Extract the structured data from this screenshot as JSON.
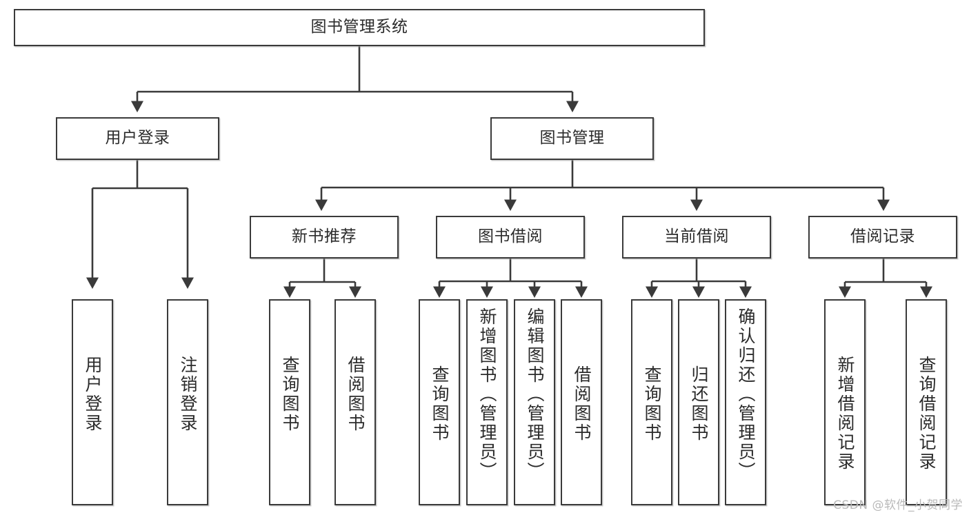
{
  "diagram": {
    "type": "tree-hierarchy",
    "title": "图书管理系统",
    "watermark": "CSDN @软件_小贺同学",
    "colors": {
      "stroke": "#3a3a3a",
      "fill": "#ffffff",
      "text": "#2b2b2b",
      "watermark": "#b9b9b9"
    },
    "nodes": {
      "root": {
        "label": "图书管理系统",
        "level": 0,
        "orientation": "horizontal"
      },
      "l1": [
        {
          "id": "user-login",
          "label": "用户登录",
          "orientation": "horizontal"
        },
        {
          "id": "book-manage",
          "label": "图书管理",
          "orientation": "horizontal"
        }
      ],
      "l2": [
        {
          "id": "new-book-recommend",
          "label": "新书推荐",
          "orientation": "horizontal",
          "parent": "book-manage"
        },
        {
          "id": "book-borrow",
          "label": "图书借阅",
          "orientation": "horizontal",
          "parent": "book-manage"
        },
        {
          "id": "current-borrow",
          "label": "当前借阅",
          "orientation": "horizontal",
          "parent": "book-manage"
        },
        {
          "id": "borrow-record",
          "label": "借阅记录",
          "orientation": "horizontal",
          "parent": "book-manage"
        }
      ],
      "leaves": [
        {
          "id": "leaf-user-login",
          "label": "用户登录",
          "parent": "user-login",
          "orientation": "vertical"
        },
        {
          "id": "leaf-logout-login",
          "label": "注销登录",
          "parent": "user-login",
          "orientation": "vertical"
        },
        {
          "id": "leaf-query-book-1",
          "label": "查询图书",
          "parent": "new-book-recommend",
          "orientation": "vertical"
        },
        {
          "id": "leaf-borrow-book-1",
          "label": "借阅图书",
          "parent": "new-book-recommend",
          "orientation": "vertical"
        },
        {
          "id": "leaf-query-book-2",
          "label": "查询图书",
          "parent": "book-borrow",
          "orientation": "vertical"
        },
        {
          "id": "leaf-add-book",
          "label": "新增图书（管理员）",
          "parent": "book-borrow",
          "orientation": "vertical"
        },
        {
          "id": "leaf-edit-book",
          "label": "编辑图书（管理员）",
          "parent": "book-borrow",
          "orientation": "vertical"
        },
        {
          "id": "leaf-borrow-book-2",
          "label": "借阅图书",
          "parent": "book-borrow",
          "orientation": "vertical"
        },
        {
          "id": "leaf-query-book-3",
          "label": "查询图书",
          "parent": "current-borrow",
          "orientation": "vertical"
        },
        {
          "id": "leaf-return-book",
          "label": "归还图书",
          "parent": "current-borrow",
          "orientation": "vertical"
        },
        {
          "id": "leaf-confirm-return",
          "label": "确认归还（管理员）",
          "parent": "current-borrow",
          "orientation": "vertical"
        },
        {
          "id": "leaf-add-record",
          "label": "新增借阅记录",
          "parent": "borrow-record",
          "orientation": "vertical"
        },
        {
          "id": "leaf-query-record",
          "label": "查询借阅记录",
          "parent": "borrow-record",
          "orientation": "vertical"
        }
      ]
    }
  }
}
